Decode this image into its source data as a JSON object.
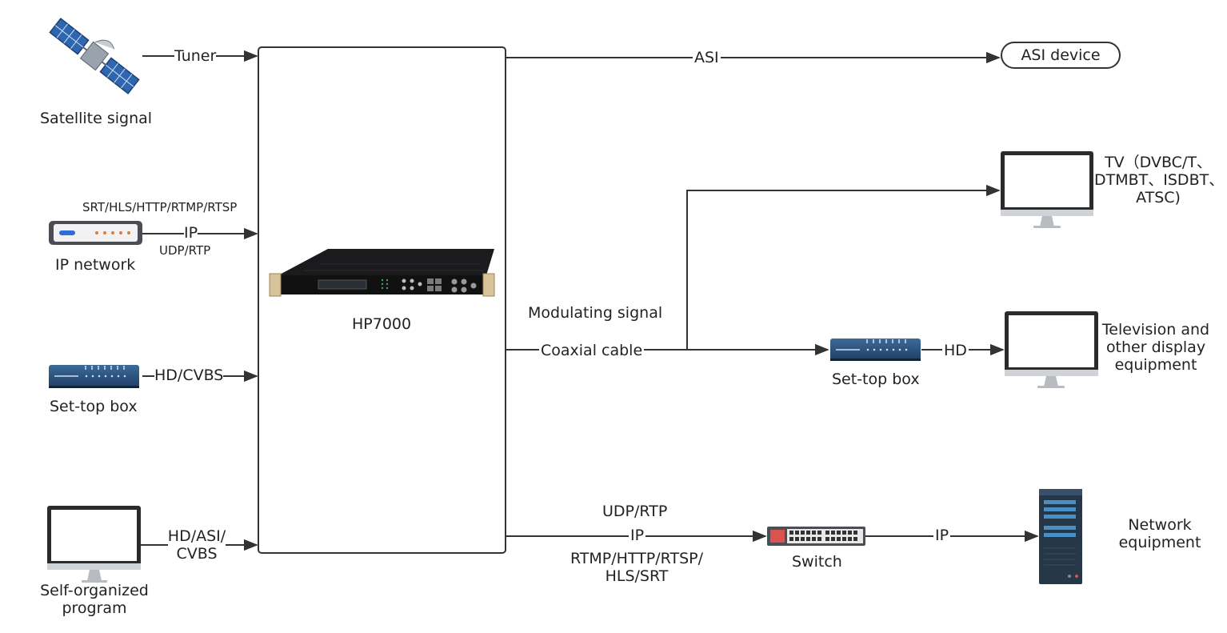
{
  "inputs": {
    "satellite": {
      "label": "Satellite signal",
      "link": "Tuner",
      "icon": "satellite-icon"
    },
    "ip_network": {
      "label": "IP network",
      "link": "IP",
      "protocols_top": "SRT/HLS/HTTP/RTMP/RTSP",
      "protocols_bottom": "UDP/RTP",
      "icon": "router-icon"
    },
    "settop_in": {
      "label": "Set-top box",
      "link": "HD/CVBS",
      "icon": "set-top-box-icon"
    },
    "self_program": {
      "label_line1": "Self-organized",
      "label_line2": "program",
      "link_line1": "HD/ASI/",
      "link_line2": "CVBS",
      "icon": "monitor-icon"
    }
  },
  "device": {
    "name": "HP7000",
    "icon": "rack-device-icon"
  },
  "outputs": {
    "asi": {
      "link": "ASI",
      "target": "ASI device"
    },
    "modulating": {
      "caption": "Modulating signal",
      "link": "Coaxial cable"
    },
    "tv": {
      "line1": "TV（DVBC/T、",
      "line2": "DTMBT、ISDBT、",
      "line3": "ATSC)"
    },
    "settop_out": {
      "label": "Set-top box",
      "link": "HD"
    },
    "display": {
      "line1": "Television and",
      "line2": "other display",
      "line3": "equipment"
    },
    "ip_out": {
      "protocols_top": "UDP/RTP",
      "link": "IP",
      "protocols_bottom_1": "RTMP/HTTP/RTSP/",
      "protocols_bottom_2": "HLS/SRT"
    },
    "switch": {
      "label": "Switch",
      "link": "IP",
      "icon": "switch-icon"
    },
    "network": {
      "line1": "Network",
      "line2": "equipment",
      "icon": "server-icon"
    }
  },
  "colors": {
    "line": "#333333",
    "device_blue": "#1f4a78",
    "monitor_frame": "#2b2b2b",
    "stand": "#b8bcc0"
  }
}
